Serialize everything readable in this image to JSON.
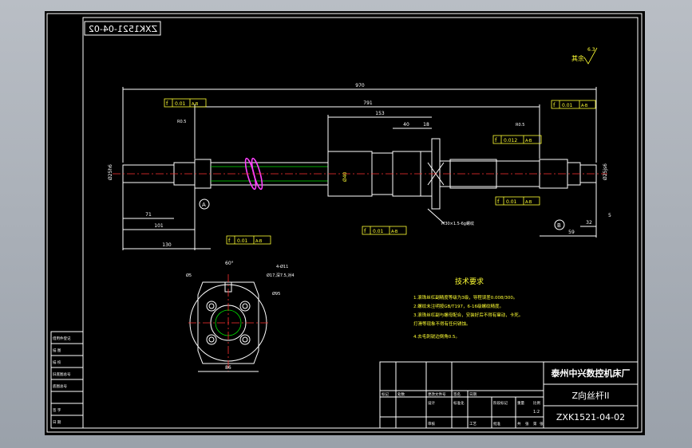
{
  "drawing": {
    "mirrored_number": "ZXK1521-04-02",
    "roughness_note": "其余",
    "roughness_value": "6.3",
    "dims": {
      "overall": "970",
      "d791": "791",
      "d153": "153",
      "d40": "40",
      "d18": "18",
      "d71": "71",
      "d101": "101",
      "d130": "130",
      "d59": "59",
      "d32": "32",
      "d5": "5",
      "d86": "86",
      "d60deg": "60°",
      "d4x": "4-Ø11",
      "hole_note": "Ø17,深7.5,对4",
      "d5s": "Ø5",
      "d95": "Ø95",
      "r1": "R0.5",
      "r2": "R0.5",
      "left_shaft": "Ø25h6",
      "right_shaft": "Ø25js6",
      "screw_dia": "Ø40"
    },
    "tolerances": [
      {
        "sym": "f",
        "val": "0.01",
        "ref": "A-B"
      },
      {
        "sym": "f",
        "val": "0.01",
        "ref": "A-B"
      },
      {
        "sym": "f",
        "val": "0.012",
        "ref": "A-B"
      },
      {
        "sym": "f",
        "val": "0.01",
        "ref": "A-B"
      },
      {
        "sym": "f",
        "val": "0.01",
        "ref": "A-B"
      },
      {
        "sym": "f",
        "val": "0.01",
        "ref": "A-B"
      }
    ],
    "thread_note": "M30×1.5-6g螺纹",
    "datum_a": "A",
    "datum_b": "B"
  },
  "tech": {
    "title": "技术要求",
    "items": [
      "1.滚珠丝杠副精度等级为3级，导程误差0.008/300。",
      "2.螺纹未注明按GB/T197，6-16级螺纹精度。",
      "3.滚珠丝杠副与螺母配合，安装好后不得有窜动，卡死。",
      "  打滑等现象不得有任何锈蚀。",
      "4.去毛刺锐边倒角0.5。"
    ]
  },
  "title_block": {
    "company": "泰州中兴数控机床厂",
    "part_name": "Z向丝杆II",
    "drawing_no": "ZXK1521-04-02",
    "scale": "1:2",
    "headers": [
      "标记",
      "处数",
      "更改文件号",
      "签名",
      "日期"
    ],
    "row2": [
      "设计",
      "标准化",
      "阶段标记",
      "重量",
      "比例"
    ],
    "row3": [
      "审核",
      "",
      "",
      "工艺",
      "批准",
      "共",
      "张",
      "第",
      "张"
    ]
  },
  "left_strip": [
    "借用件登记",
    "描 图",
    "描 校",
    "旧底图总号",
    "底图总号",
    "签 字",
    "日 期"
  ]
}
